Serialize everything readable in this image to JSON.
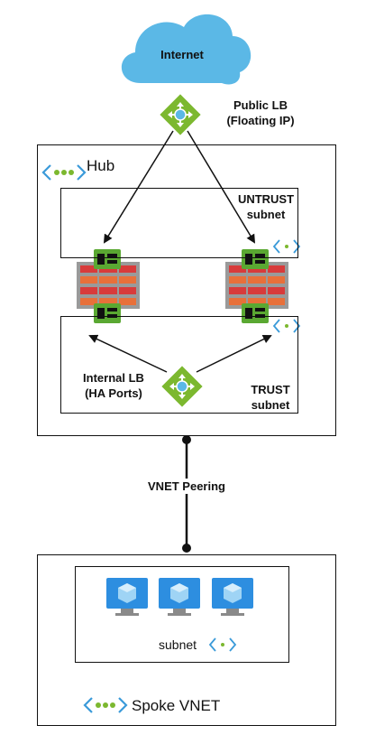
{
  "internet": {
    "label": "Internet"
  },
  "public_lb": {
    "line1": "Public LB",
    "line2": "(Floating IP)"
  },
  "hub": {
    "label": "Hub"
  },
  "untrust": {
    "line1": "UNTRUST",
    "line2": "subnet"
  },
  "trust": {
    "line1": "TRUST",
    "line2": "subnet"
  },
  "internal_lb": {
    "line1": "Internal LB",
    "line2": "(HA Ports)"
  },
  "peering": {
    "label": "VNET Peering"
  },
  "spoke": {
    "label": "Spoke VNET",
    "subnet_label": "subnet"
  },
  "colors": {
    "cloud": "#5bb8e6",
    "lb_green": "#7cb82f",
    "firewall_red": "#d83b3b",
    "firewall_orange": "#e8703a",
    "nic_green": "#5aa832",
    "vnet_blue": "#3a9ad9",
    "vnet_dot_green": "#7cb82f",
    "vm_blue": "#2d8ee0"
  },
  "icons": [
    "cloud-icon",
    "load-balancer-icon",
    "firewall-icon",
    "vnet-icon",
    "subnet-icon",
    "virtual-machine-icon"
  ]
}
